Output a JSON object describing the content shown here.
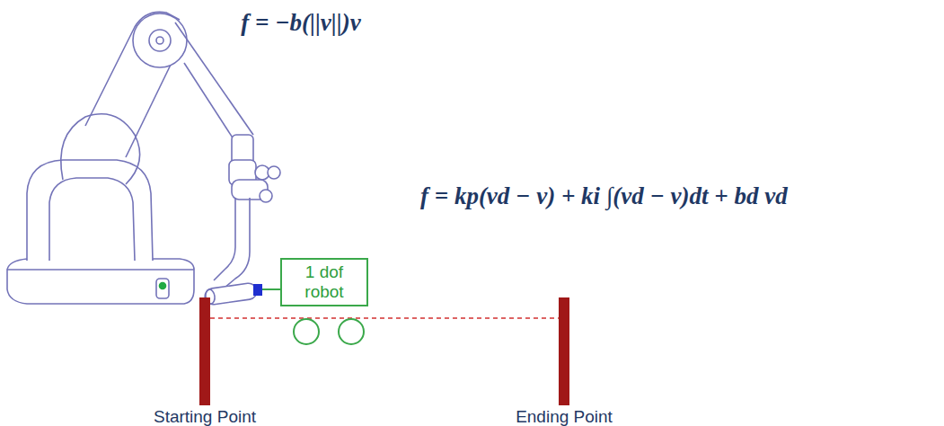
{
  "diagram": {
    "nodes": [
      {
        "text": [
          "1 dof robot"
        ]
      }
    ],
    "labels": [
      "f = −b(||v||)v",
      "f = kp(vd − v) + ki ∫(vd − v)dt + bd vd",
      "Starting Point",
      "Ending Point"
    ]
  }
}
